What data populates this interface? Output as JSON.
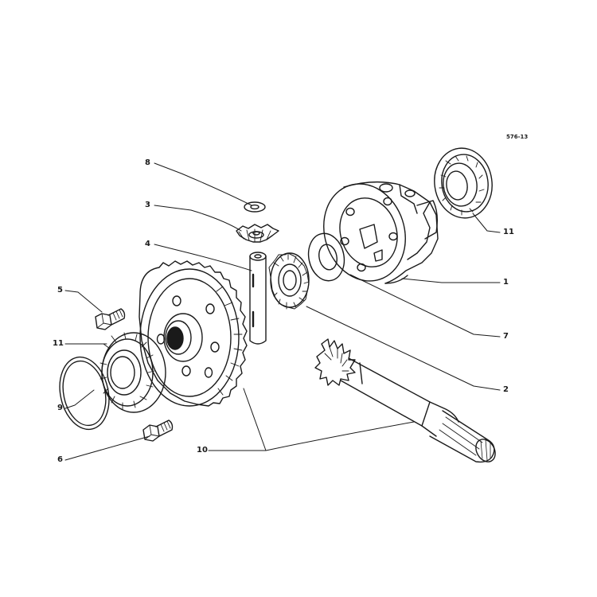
{
  "drawing_ref": "576-13",
  "colors": {
    "ink": "#1a1a1a",
    "paper": "#ffffff"
  },
  "callouts": [
    {
      "id": "c8",
      "number": "8",
      "part": "thrust washer (planet)"
    },
    {
      "id": "c3",
      "number": "3",
      "part": "planet bevel pinion"
    },
    {
      "id": "c4",
      "number": "4",
      "part": "pinion shaft"
    },
    {
      "id": "c5",
      "number": "5",
      "part": "bolt"
    },
    {
      "id": "c11a",
      "number": "11",
      "part": "bearing (left)"
    },
    {
      "id": "c9",
      "number": "9",
      "part": "shim ring"
    },
    {
      "id": "c6",
      "number": "6",
      "part": "bolt"
    },
    {
      "id": "c10",
      "number": "10",
      "part": "crown wheel and pinion"
    },
    {
      "id": "c11b",
      "number": "11",
      "part": "bearing (right)"
    },
    {
      "id": "c1",
      "number": "1",
      "part": "differential housing"
    },
    {
      "id": "c7",
      "number": "7",
      "part": "thrust washer"
    },
    {
      "id": "c2",
      "number": "2",
      "part": "side gear"
    }
  ]
}
